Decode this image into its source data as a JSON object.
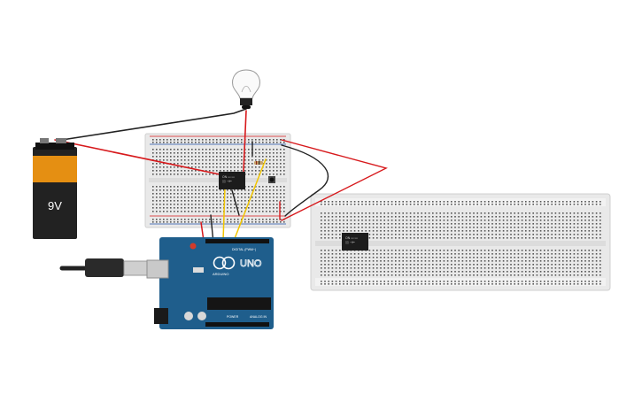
{
  "battery": {
    "label": "9V"
  },
  "arduino": {
    "model_label": "UNO",
    "board_name": "ARDUINO",
    "digital_label": "DIGITAL (PWM~)",
    "power_label": "POWER",
    "analog_label": "ANALOG IN"
  },
  "colors": {
    "wire_red": "#d7191c",
    "wire_black": "#222222",
    "wire_yellow": "#f2c600",
    "arduino_blue": "#1f5e8c",
    "breadboard": "#e9e9e9"
  },
  "icons": [
    "battery-9v-icon",
    "bulb-icon",
    "relay-icon",
    "pushbutton-icon",
    "resistor-icon",
    "usb-cable-icon"
  ]
}
